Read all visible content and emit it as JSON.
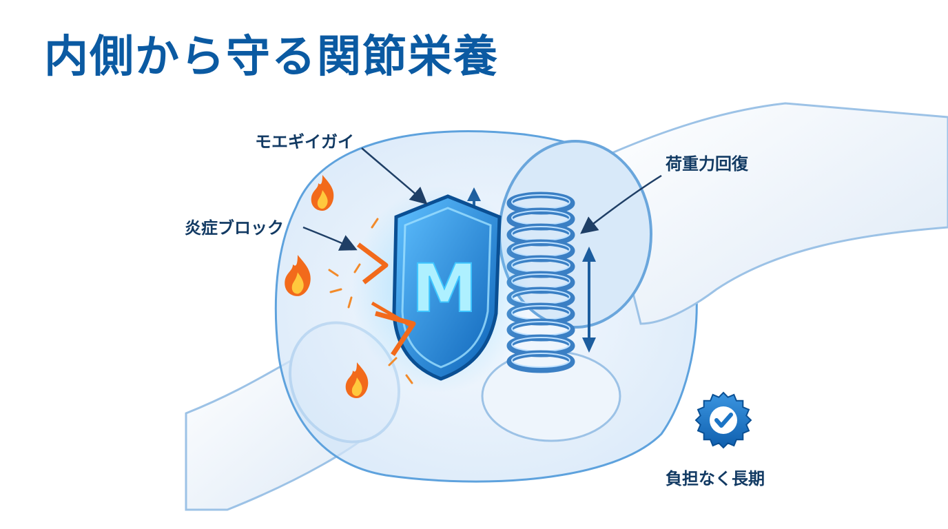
{
  "title": "内側から守る関節栄養",
  "labels": {
    "shield": "モエギイガイ",
    "inflammation": "炎症ブロック",
    "load": "荷重力回復",
    "badge": "負担なく長期"
  },
  "icons": [
    "flame-icon",
    "shield-icon",
    "spring-icon",
    "check-badge-icon",
    "arrow-icon"
  ],
  "colors": {
    "title": "#0b5aa2",
    "shield": "#1e88d8",
    "flame": "#f26a1b",
    "spring": "#3a7fc4",
    "badge": "#1b74c5"
  },
  "shield_letter": "M"
}
